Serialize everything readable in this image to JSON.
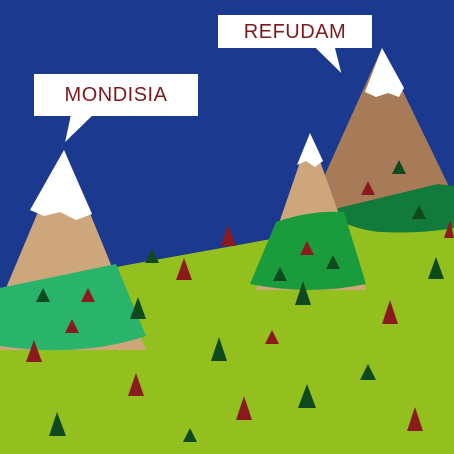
{
  "map": {
    "colors": {
      "sky": "#1b3a8f",
      "grass": "#93c01f",
      "mountain_tan": "#cda77b",
      "mountain_brown": "#a87b58",
      "snow": "#ffffff",
      "forest_light": "#2ab36b",
      "forest_mid": "#1a9b3c",
      "forest_dark": "#127a3a",
      "tree_dark": "#0e4a1e",
      "tree_red": "#8b1a1f",
      "label_text": "#7a1a1e"
    },
    "regions": [
      {
        "id": "mondisia",
        "label": "MONDISIA"
      },
      {
        "id": "refudam",
        "label": "REFUDAM"
      }
    ]
  }
}
